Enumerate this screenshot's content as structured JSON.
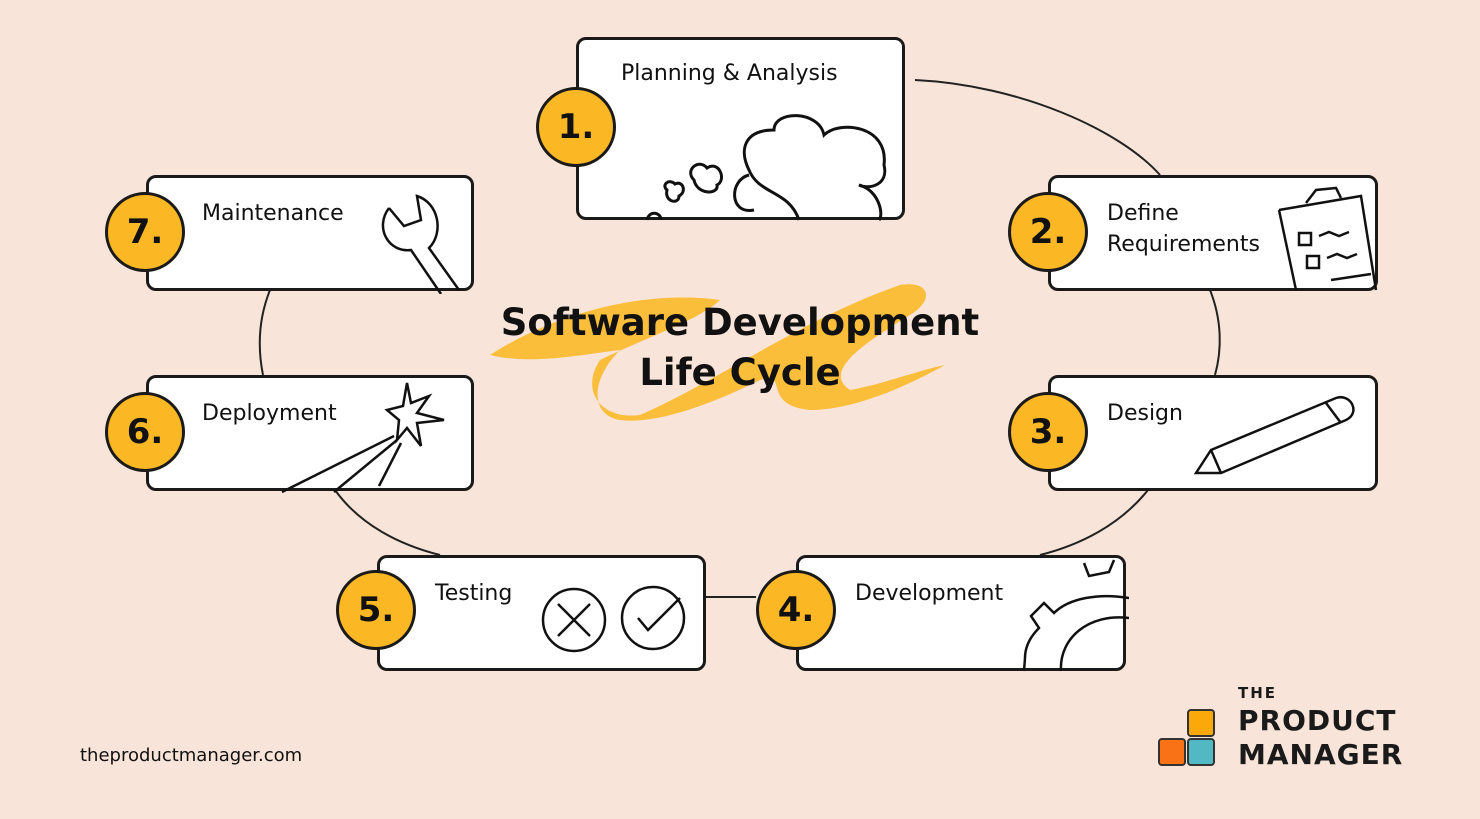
{
  "title": {
    "line1": "Software Development",
    "line2": "Life Cycle"
  },
  "steps": [
    {
      "number": "1.",
      "label": "Planning & Analysis",
      "icon": "thought-cloud-icon"
    },
    {
      "number": "2.",
      "label": "Define Requirements",
      "icon": "clipboard-checklist-icon"
    },
    {
      "number": "3.",
      "label": "Design",
      "icon": "pencil-icon"
    },
    {
      "number": "4.",
      "label": "Development",
      "icon": "gear-icon"
    },
    {
      "number": "5.",
      "label": "Testing",
      "icon": "cross-and-check-icon"
    },
    {
      "number": "6.",
      "label": "Deployment",
      "icon": "launch-star-icon"
    },
    {
      "number": "7.",
      "label": "Maintenance",
      "icon": "wrench-icon"
    }
  ],
  "footer": {
    "site": "theproductmanager.com"
  },
  "logo": {
    "the": "THE",
    "line1": "PRODUCT",
    "line2": "MANAGER"
  },
  "colors": {
    "background": "#F8E4D9",
    "accent": "#FBB824",
    "logo_orange": "#F97316",
    "logo_yellow": "#FBA90A",
    "logo_teal": "#52B8C4"
  }
}
